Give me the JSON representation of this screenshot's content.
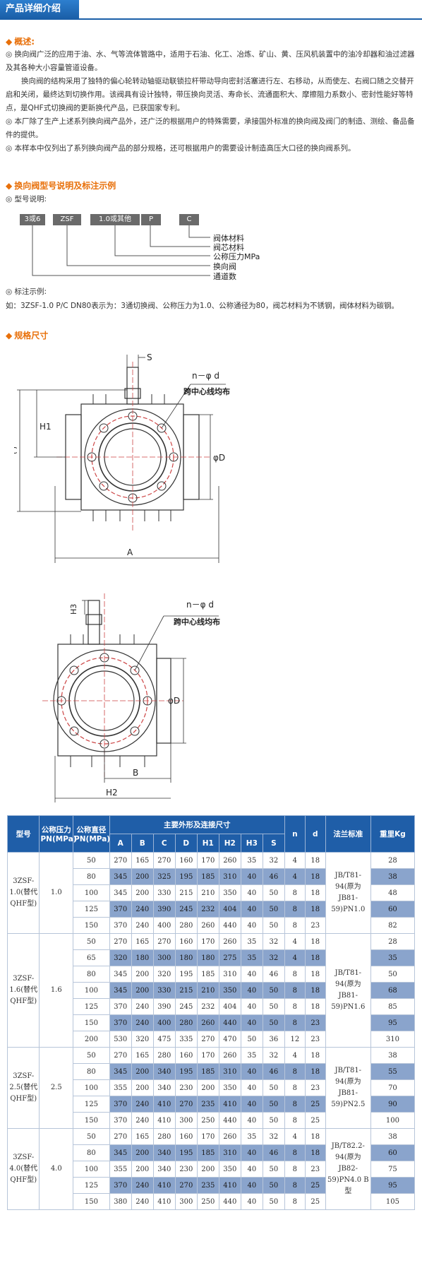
{
  "tab_title": "产品详细介绍",
  "sections": {
    "overview": "概述:",
    "model": "换向阀型号说明及标注示例",
    "spec": "规格尺寸"
  },
  "overview_paras": [
    "◎ 换向阀广泛的应用于油、水、气等流体管路中，适用于石油、化工、冶炼、矿山、黄、压风机装置中的油冷却器和油过滤器及其各种大小容量管道设备。",
    "换向阀的结构采用了独特的偏心轮转动轴驱动联锁拉杆带动导向密封活塞进行左、右移动，从而使左、右阀口随之交替开启和关闭，最终达到切换作用。该阀具有设计独特，带压换向灵活、寿命长、流通面积大、摩擦阻力系数小、密封性能好等特点，是QHF式切换阀的更新换代产品，已获国家专利。",
    "◎ 本厂除了生产上述系列换向阀产品外，还广泛的根据用户的特殊需要，承接国外标准的换向阀及阀门的制造、测绘、备品备件的提供。",
    "◎ 本样本中仅列出了系列换向阀产品的部分规格，还可根据用户的需要设计制造高压大口径的换向阀系列。"
  ],
  "model_desc_label": "◎ 型号说明:",
  "model_boxes": [
    "3或6",
    "ZSF",
    "1.0或其他",
    "P",
    "C"
  ],
  "model_labels": [
    "阀体材料",
    "阀芯材料",
    "公称压力MPa",
    "换向阀",
    "通道数"
  ],
  "example_label": "◎ 标注示例:",
  "example_text": "如：3ZSF-1.0 P/C DN80表示为：3通切换阀、公称压力为1.0、公称通径为80，阀芯材料为不锈钢，阀体材料为碳钢。",
  "drawing1": {
    "label_s": "S",
    "label_nd": "n－φ d",
    "label_dist": "跨中心线均布",
    "label_h1": "H1",
    "label_c": "C",
    "label_d": "φD",
    "label_a": "A"
  },
  "drawing2": {
    "label_h3": "H3",
    "label_nd": "n－φ d",
    "label_dist": "跨中心线均布",
    "label_d": "φD",
    "label_b": "B",
    "label_h2": "H2"
  },
  "table": {
    "headers": {
      "model": "型号",
      "pressure": "公称压力PN(MPa)",
      "diameter": "公称直径PN(MPa)",
      "dims": "主要外形及连接尺寸",
      "cols": [
        "A",
        "B",
        "C",
        "D",
        "H1",
        "H2",
        "H3",
        "S"
      ],
      "n": "n",
      "d": "d",
      "flange": "法兰标准",
      "weight": "重里Kg"
    },
    "groups": [
      {
        "model": "3ZSF-1.0(替代QHF型)",
        "pressure": "1.0",
        "flange": "JB/T81-94(原为JB81-59)PN1.0",
        "rows": [
          [
            "50",
            "270",
            "165",
            "270",
            "160",
            "170",
            "260",
            "35",
            "32",
            "4",
            "18",
            "28"
          ],
          [
            "80",
            "345",
            "200",
            "325",
            "195",
            "185",
            "310",
            "40",
            "46",
            "4",
            "18",
            "38"
          ],
          [
            "100",
            "345",
            "200",
            "330",
            "215",
            "210",
            "350",
            "40",
            "50",
            "8",
            "18",
            "48"
          ],
          [
            "125",
            "370",
            "240",
            "390",
            "245",
            "232",
            "404",
            "40",
            "50",
            "8",
            "18",
            "60"
          ],
          [
            "150",
            "370",
            "240",
            "400",
            "280",
            "260",
            "440",
            "40",
            "50",
            "8",
            "23",
            "82"
          ]
        ]
      },
      {
        "model": "3ZSF-1.6(替代QHF型)",
        "pressure": "1.6",
        "flange": "JB/T81-94(原为JB81-59)PN1.6",
        "rows": [
          [
            "50",
            "270",
            "165",
            "270",
            "160",
            "170",
            "260",
            "35",
            "32",
            "4",
            "18",
            "28"
          ],
          [
            "65",
            "320",
            "180",
            "300",
            "180",
            "180",
            "275",
            "35",
            "32",
            "4",
            "18",
            "35"
          ],
          [
            "80",
            "345",
            "200",
            "320",
            "195",
            "185",
            "310",
            "40",
            "46",
            "8",
            "18",
            "50"
          ],
          [
            "100",
            "345",
            "200",
            "330",
            "215",
            "210",
            "350",
            "40",
            "50",
            "8",
            "18",
            "68"
          ],
          [
            "125",
            "370",
            "240",
            "390",
            "245",
            "232",
            "404",
            "40",
            "50",
            "8",
            "18",
            "85"
          ],
          [
            "150",
            "370",
            "240",
            "400",
            "280",
            "260",
            "440",
            "40",
            "50",
            "8",
            "23",
            "95"
          ],
          [
            "200",
            "530",
            "320",
            "475",
            "335",
            "270",
            "470",
            "50",
            "36",
            "12",
            "23",
            "310"
          ]
        ]
      },
      {
        "model": "3ZSF-2.5(替代QHF型)",
        "pressure": "2.5",
        "flange": "JB/T81-94(原为JB81-59)PN2.5",
        "rows": [
          [
            "50",
            "270",
            "165",
            "280",
            "160",
            "170",
            "260",
            "35",
            "32",
            "4",
            "18",
            "38"
          ],
          [
            "80",
            "345",
            "200",
            "340",
            "195",
            "185",
            "310",
            "40",
            "46",
            "8",
            "18",
            "55"
          ],
          [
            "100",
            "355",
            "200",
            "340",
            "230",
            "200",
            "350",
            "40",
            "50",
            "8",
            "23",
            "70"
          ],
          [
            "125",
            "370",
            "240",
            "410",
            "270",
            "235",
            "410",
            "40",
            "50",
            "8",
            "25",
            "90"
          ],
          [
            "150",
            "370",
            "240",
            "410",
            "300",
            "250",
            "440",
            "40",
            "50",
            "8",
            "25",
            "100"
          ]
        ]
      },
      {
        "model": "3ZSF-4.0(替代QHF型)",
        "pressure": "4.0",
        "flange": "JB/T82.2-94(原为JB82-59)PN4.0 B型",
        "rows": [
          [
            "50",
            "270",
            "165",
            "280",
            "160",
            "170",
            "260",
            "35",
            "32",
            "4",
            "18",
            "38"
          ],
          [
            "80",
            "345",
            "200",
            "340",
            "195",
            "185",
            "310",
            "40",
            "46",
            "8",
            "18",
            "60"
          ],
          [
            "100",
            "355",
            "200",
            "340",
            "230",
            "200",
            "350",
            "40",
            "50",
            "8",
            "23",
            "75"
          ],
          [
            "125",
            "370",
            "240",
            "410",
            "270",
            "235",
            "410",
            "40",
            "50",
            "8",
            "25",
            "95"
          ],
          [
            "150",
            "380",
            "240",
            "410",
            "300",
            "250",
            "440",
            "40",
            "50",
            "8",
            "25",
            "105"
          ]
        ]
      }
    ]
  }
}
